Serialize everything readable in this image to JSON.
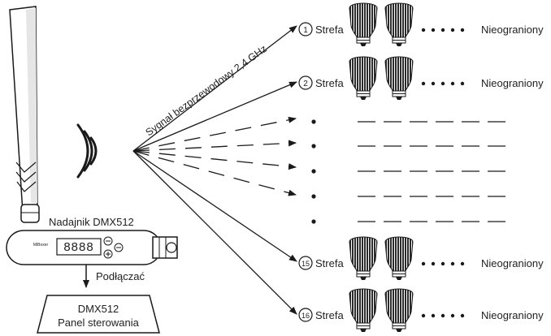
{
  "transmitter": {
    "label": "Nadajnik DMX512",
    "display": "8888",
    "brand_mark": "MiBoxer"
  },
  "signal_label": "Sygnał bezprzewodowy 2,4 GHz",
  "connect_label": "Podłączać",
  "panel": {
    "line1": "DMX512",
    "line2": "Panel sterowania"
  },
  "zones": [
    {
      "number": "1",
      "label": "Strefa",
      "tail": "Nieograniony"
    },
    {
      "number": "2",
      "label": "Strefa",
      "tail": "Nieograniony"
    },
    {
      "number": "15",
      "label": "Strefa",
      "tail": "Nieograniony"
    },
    {
      "number": "16",
      "label": "Strefa",
      "tail": "Nieograniony"
    }
  ],
  "colors": {
    "line": "#1a1a1a",
    "bulb_dark": "#2b2b2b",
    "bulb_light": "#f2f2f2"
  }
}
